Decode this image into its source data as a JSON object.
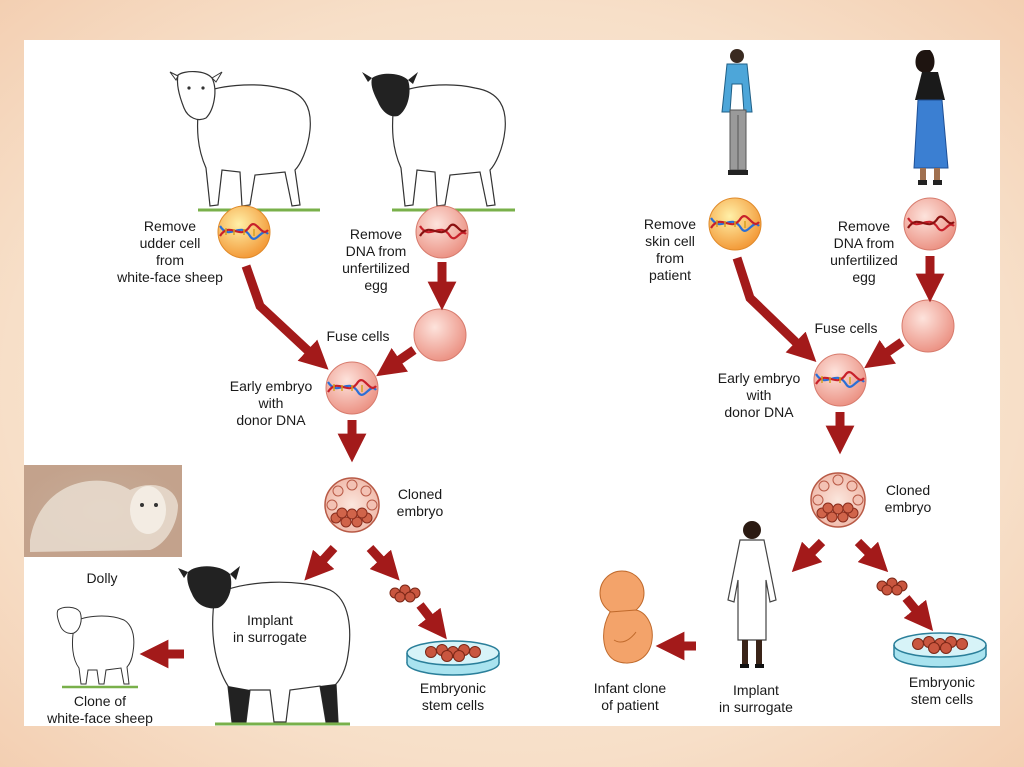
{
  "left_process": {
    "remove_udder_cell": "Remove\nudder cell\nfrom\nwhite-face sheep",
    "remove_dna_egg": "Remove\nDNA from\nunfertilized\negg",
    "fuse_cells": "Fuse cells",
    "early_embryo": "Early embryo\nwith\ndonor DNA",
    "cloned_embryo": "Cloned\nembryo",
    "dolly": "Dolly",
    "implant": "Implant\nin surrogate",
    "clone_result": "Clone of\nwhite-face sheep",
    "stem_cells": "Embryonic\nstem cells"
  },
  "right_process": {
    "remove_skin_cell": "Remove\nskin cell\nfrom\npatient",
    "remove_dna_egg": "Remove\nDNA from\nunfertilized\negg",
    "fuse_cells": "Fuse cells",
    "early_embryo": "Early embryo\nwith\ndonor DNA",
    "cloned_embryo": "Cloned\nembryo",
    "infant_clone": "Infant clone\nof patient",
    "implant": "Implant\nin surrogate",
    "stem_cells": "Embryonic\nstem cells"
  },
  "colors": {
    "arrow": "#a31a1a",
    "cell_pink": "#f2a69a",
    "cell_orange": "#f6b24a",
    "embryo_cell": "#c9563f",
    "dna_blue": "#2a6fd6",
    "dna_red": "#c8202a",
    "dolly_photo": "#b49a82"
  },
  "icons": [
    "sheep-icon",
    "man-icon",
    "woman-icon",
    "fetus-icon",
    "doctor-icon",
    "petri-dish-icon",
    "cell-icon",
    "embryo-icon"
  ]
}
